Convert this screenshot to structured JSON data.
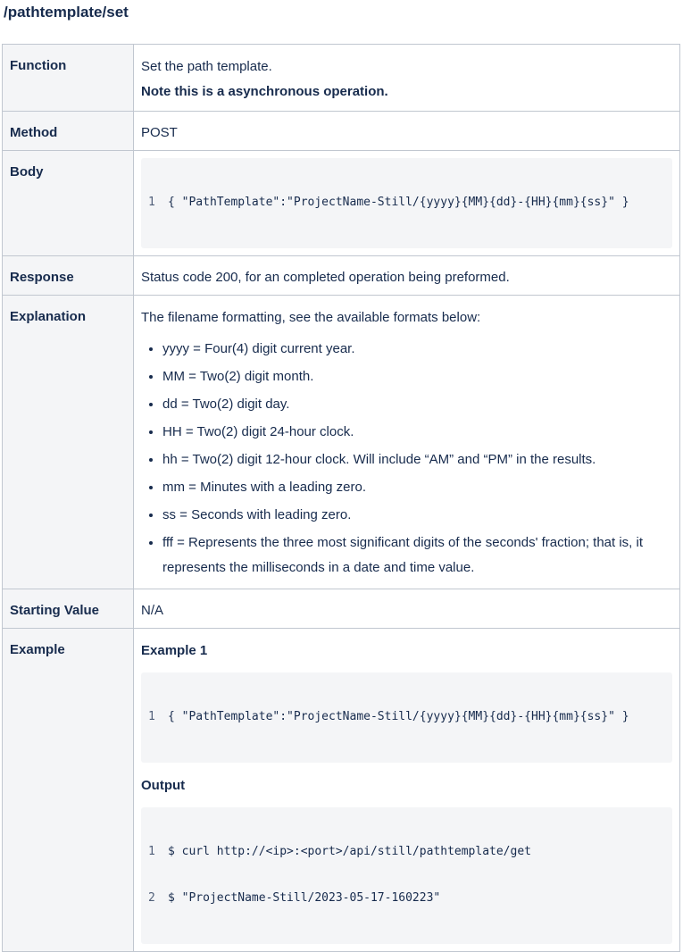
{
  "page": {
    "title": "/pathtemplate/set"
  },
  "table": {
    "function": {
      "label": "Function",
      "line1": "Set the path template.",
      "line2": "Note this is a asynchronous operation."
    },
    "method": {
      "label": "Method",
      "value": "POST"
    },
    "body": {
      "label": "Body",
      "code": [
        {
          "num": "1",
          "text": "{ \"PathTemplate\":\"ProjectName-Still/{yyyy}{MM}{dd}-{HH}{mm}{ss}\" }"
        }
      ]
    },
    "response": {
      "label": "Response",
      "value": "Status code 200, for an completed operation being preformed."
    },
    "explanation": {
      "label": "Explanation",
      "intro": "The filename formatting, see the available formats below:",
      "items": [
        "yyyy = Four(4) digit current year.",
        "MM = Two(2) digit month.",
        "dd = Two(2) digit day.",
        "HH = Two(2) digit 24-hour clock.",
        "hh = Two(2) digit 12-hour clock. Will include “AM” and “PM” in the results.",
        "mm = Minutes with a leading zero.",
        "ss = Seconds with leading zero.",
        "fff = Represents the three most significant digits of the seconds' fraction; that is, it represents the milliseconds in a date and time value."
      ]
    },
    "starting_value": {
      "label": "Starting Value",
      "value": "N/A"
    },
    "example": {
      "label": "Example",
      "heading": "Example 1",
      "code": [
        {
          "num": "1",
          "text": "{ \"PathTemplate\":\"ProjectName-Still/{yyyy}{MM}{dd}-{HH}{mm}{ss}\" }"
        }
      ],
      "output_heading": "Output",
      "output_code": [
        {
          "num": "1",
          "text": "$ curl http://<ip>:<port>/api/still/pathtemplate/get"
        },
        {
          "num": "2",
          "text": "$ \"ProjectName-Still/2023-05-17-160223\""
        }
      ]
    }
  }
}
